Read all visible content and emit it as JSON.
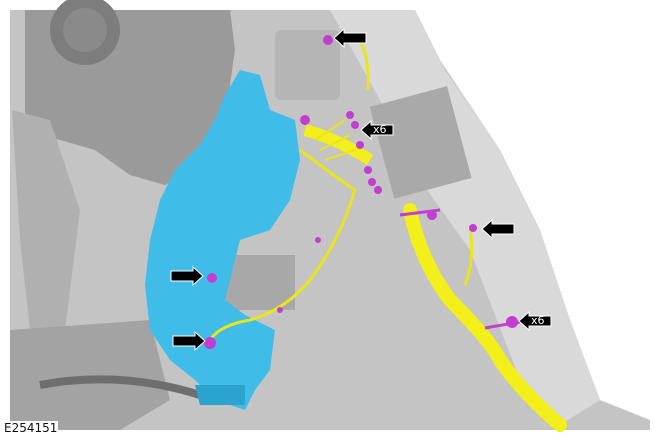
{
  "figure": {
    "id_label": "E254151",
    "description": "Vehicle underhood/quarter panel view showing washer reservoir (blue) with wiring harness (yellow) and clips/connectors (magenta)",
    "colors": {
      "background": "#ffffff",
      "body_gray": "#c9c9c9",
      "body_dark": "#8f8f8f",
      "reservoir_blue": "#3fbde8",
      "harness_yellow": "#f2ef1a",
      "clip_magenta": "#c03fd0",
      "arrow_black": "#000000"
    }
  },
  "callouts": [
    {
      "id": "arrow-top-connector",
      "direction": "left",
      "qty": ""
    },
    {
      "id": "arrow-clips-x6-upper",
      "direction": "left",
      "qty": "x6"
    },
    {
      "id": "arrow-right-connector",
      "direction": "left",
      "qty": ""
    },
    {
      "id": "arrow-clips-x6-lower",
      "direction": "left",
      "qty": "x6"
    },
    {
      "id": "arrow-reservoir-connector-upper",
      "direction": "right",
      "qty": ""
    },
    {
      "id": "arrow-reservoir-connector-lower",
      "direction": "right",
      "qty": ""
    }
  ]
}
